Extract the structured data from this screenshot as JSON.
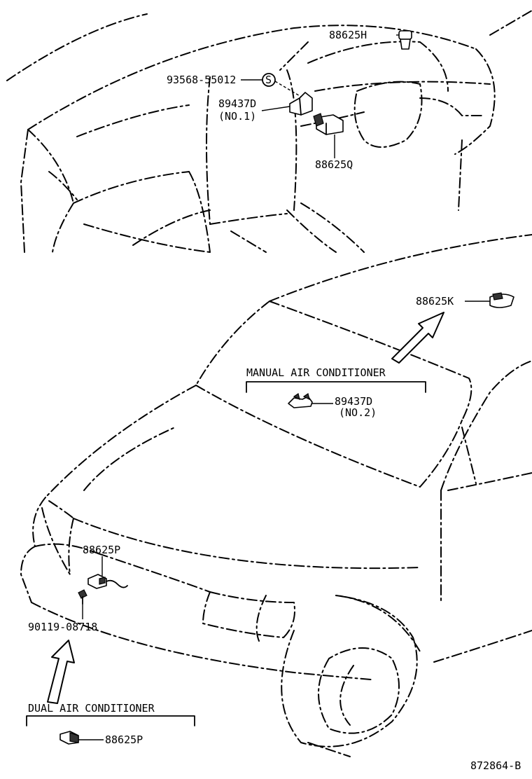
{
  "labels": {
    "p88625H": "88625H",
    "p93568": "93568-55012",
    "circleS": "S",
    "p89437D_1": "89437D",
    "p89437D_1_note": "(NO.1)",
    "p88625Q": "88625Q",
    "p88625K": "88625K",
    "manual_ac": "MANUAL AIR CONDITIONER",
    "p89437D_2": "89437D",
    "p89437D_2_note": "(NO.2)",
    "p88625P_top": "88625P",
    "p90119": "90119-08718",
    "dual_ac": "DUAL AIR CONDITIONER",
    "p88625P_bottom": "88625P",
    "diagram_id": "872864-B"
  }
}
